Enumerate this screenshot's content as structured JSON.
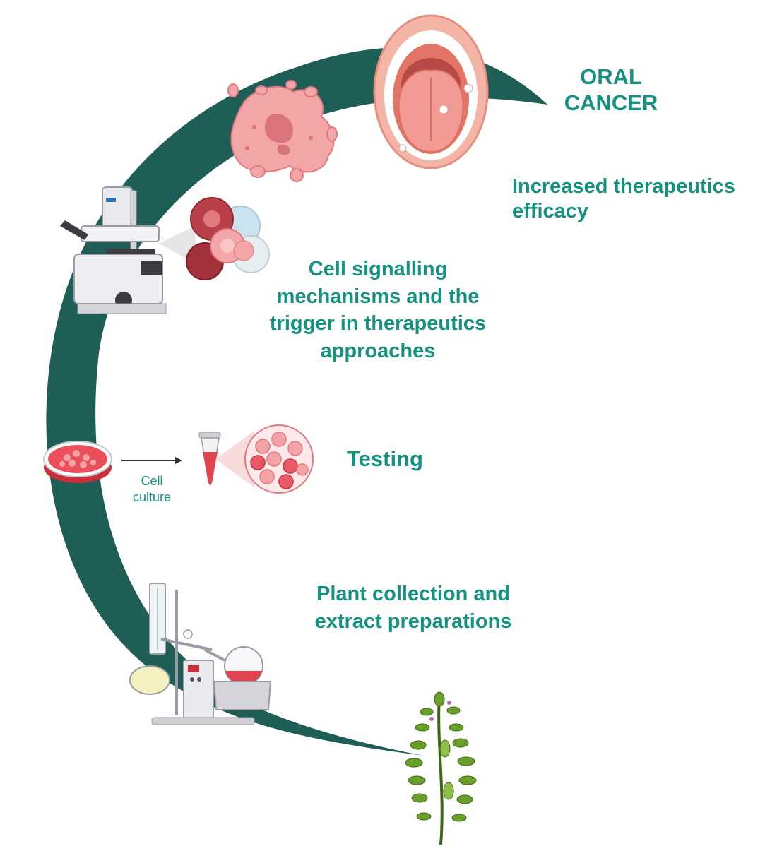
{
  "labels": {
    "oral_cancer": [
      "ORAL",
      "CANCER"
    ],
    "efficacy": [
      "Increased therapeutics",
      "efficacy"
    ],
    "signalling": [
      "Cell signalling",
      "mechanisms and the",
      "trigger in therapeutics",
      "approaches"
    ],
    "testing": "Testing",
    "cell_culture": [
      "Cell",
      "culture"
    ],
    "plant": [
      "Plant collection and",
      "extract preparations"
    ]
  },
  "colors": {
    "band": "#1f5e56",
    "text": "#14917f",
    "cell_red": "#e85a66",
    "cell_pink": "#f3a2a6",
    "plant_green": "#6aa02a"
  },
  "icons": [
    "tumor-cells-icon",
    "open-mouth-icon",
    "microscope-icon",
    "cell-cluster-icon",
    "petri-dish-icon",
    "arrow-icon",
    "test-tube-icon",
    "cells-magnified-icon",
    "rotary-evaporator-icon",
    "plant-icon"
  ]
}
